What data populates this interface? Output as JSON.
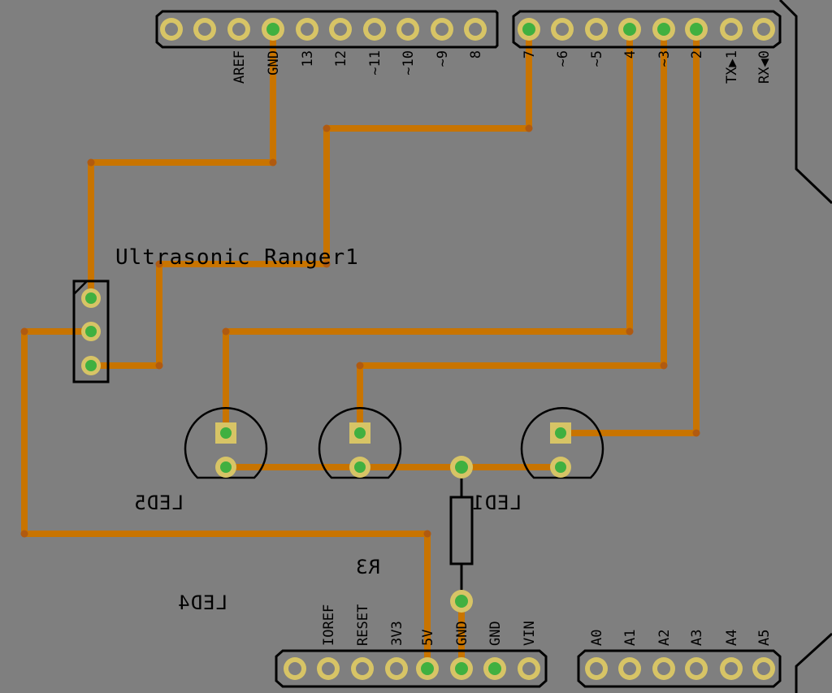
{
  "board": {
    "title": "Ultrasonic Ranger1",
    "colors": {
      "background": "#7f7f7f",
      "trace": "#c87400",
      "pad_ring": "#d7c466",
      "pad_active": "#40b040",
      "silkscreen": "#000000"
    }
  },
  "header_top_left": [
    "AREF",
    "GND",
    "13",
    "12",
    "~11",
    "~10",
    "~9",
    "8"
  ],
  "header_top_right": [
    "7",
    "~6",
    "~5",
    "4",
    "~3",
    "2",
    "TX▶1",
    "RX◀0"
  ],
  "header_bottom_power": [
    "IOREF",
    "RESET",
    "3V3",
    "5V",
    "GND",
    "GND",
    "VIN"
  ],
  "header_bottom_analog": [
    "A0",
    "A1",
    "A2",
    "A3",
    "A4",
    "A5"
  ],
  "components": {
    "led_left": "LED5",
    "led_right": "LED1",
    "led_lower": "LED4",
    "resistor": "R3"
  }
}
